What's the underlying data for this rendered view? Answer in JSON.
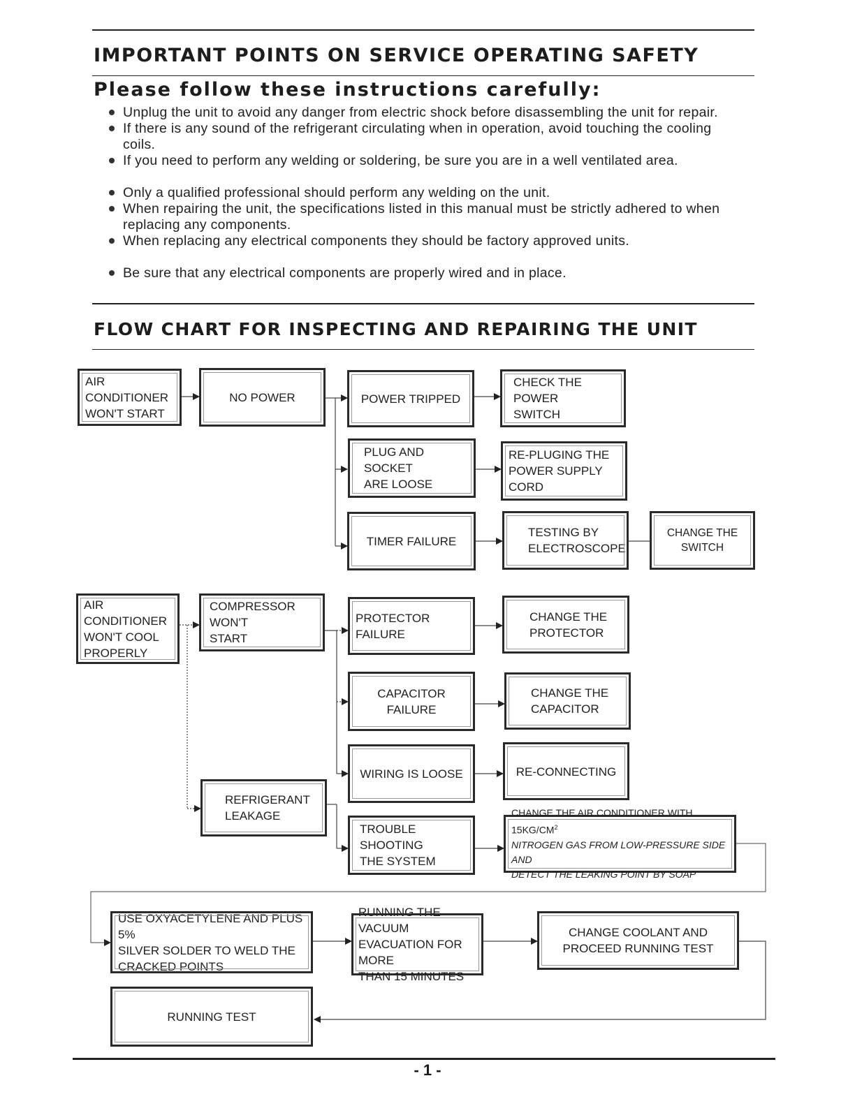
{
  "safety": {
    "title": "IMPORTANT POINTS ON SERVICE OPERATING SAFETY",
    "subtitle": "Please follow these instructions carefully:",
    "points": [
      "Unplug the unit to avoid any danger from electric shock before disassembling the unit for repair.",
      "If there is any sound of the refrigerant circulating when in operation, avoid touching the cooling coils.",
      "If you need to perform any welding or soldering, be sure you are in a well ventilated area.",
      "Only a qualified professional should perform any welding on the unit.",
      "When repairing the unit, the specifications listed in this manual must be strictly adhered to when replacing any components.",
      "When replacing any electrical components they should be factory approved units.",
      "Be sure that any electrical components are properly wired and in place."
    ]
  },
  "flowchart": {
    "title": "FLOW CHART FOR INSPECTING AND REPAIRING THE UNIT",
    "boxes": {
      "ac_wont_start": "AIR CONDITIONER\nWON'T START",
      "no_power": "NO POWER",
      "power_tripped": "POWER TRIPPED",
      "check_power_switch": "CHECK THE POWER\nSWITCH",
      "plug_socket_loose": "PLUG AND SOCKET\nARE LOOSE",
      "replug_cord": "RE-PLUGING THE\nPOWER SUPPLY CORD",
      "timer_failure": "TIMER FAILURE",
      "testing_electroscope": "TESTING BY\nELECTROSCOPE",
      "change_switch": "CHANGE THE SWITCH",
      "ac_wont_cool": "AIR CONDITIONER\nWON'T COOL\nPROPERLY",
      "compressor_wont_start": "COMPRESSOR WON'T\nSTART",
      "protector_failure": "PROTECTOR FAILURE",
      "change_protector": "CHANGE THE\nPROTECTOR",
      "capacitor_failure": "CAPACITOR FAILURE",
      "change_capacitor": "CHANGE THE\nCAPACITOR",
      "wiring_loose": "WIRING IS LOOSE",
      "reconnecting": "RE-CONNECTING",
      "refrigerant_leakage": "REFRIGERANT\nLEAKAGE",
      "troubleshoot_system": "TROUBLE SHOOTING\nTHE SYSTEM",
      "nitrogen_line1": "CHANGE THE AIR CONDITIONER WITH 15KG/CM",
      "nitrogen_sup": "2",
      "nitrogen_line2": "NITROGEN GAS FROM LOW-PRESSURE SIDE AND\nDETECT THE LEAKING POINT BY SOAP",
      "weld_cracks": "USE OXYACETYLENE AND PLUS 5%\nSILVER SOLDER TO WELD THE\nCRACKED POINTS",
      "vacuum_evacuation": "RUNNING THE VACUUM\nEVACUATION FOR MORE\nTHAN 15 MINUTES",
      "change_coolant": "CHANGE  COOLANT  AND\nPROCEED RUNNING TEST",
      "running_test": "RUNNING TEST"
    }
  },
  "footer": {
    "page_number": "- 1 -"
  }
}
